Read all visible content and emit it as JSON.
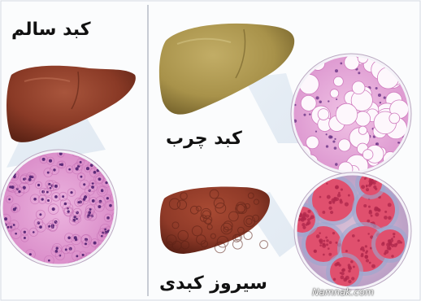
{
  "labels": {
    "healthy_liver": "کبد سالم",
    "fatty_liver": "کبد چرب",
    "cirrhosis": "سیروز کبدی"
  },
  "watermark": "Namnak.com",
  "colors": {
    "healthy_liver": "#8a3a26",
    "fatty_liver": "#a8924a",
    "cirrhotic_liver": "#8f3a28",
    "divider": "#c8ccd4",
    "tissue_pink": "#e59ed2",
    "fat_vacuole": "#fdf7fc",
    "inflamed_nodule": "#e0506e"
  }
}
